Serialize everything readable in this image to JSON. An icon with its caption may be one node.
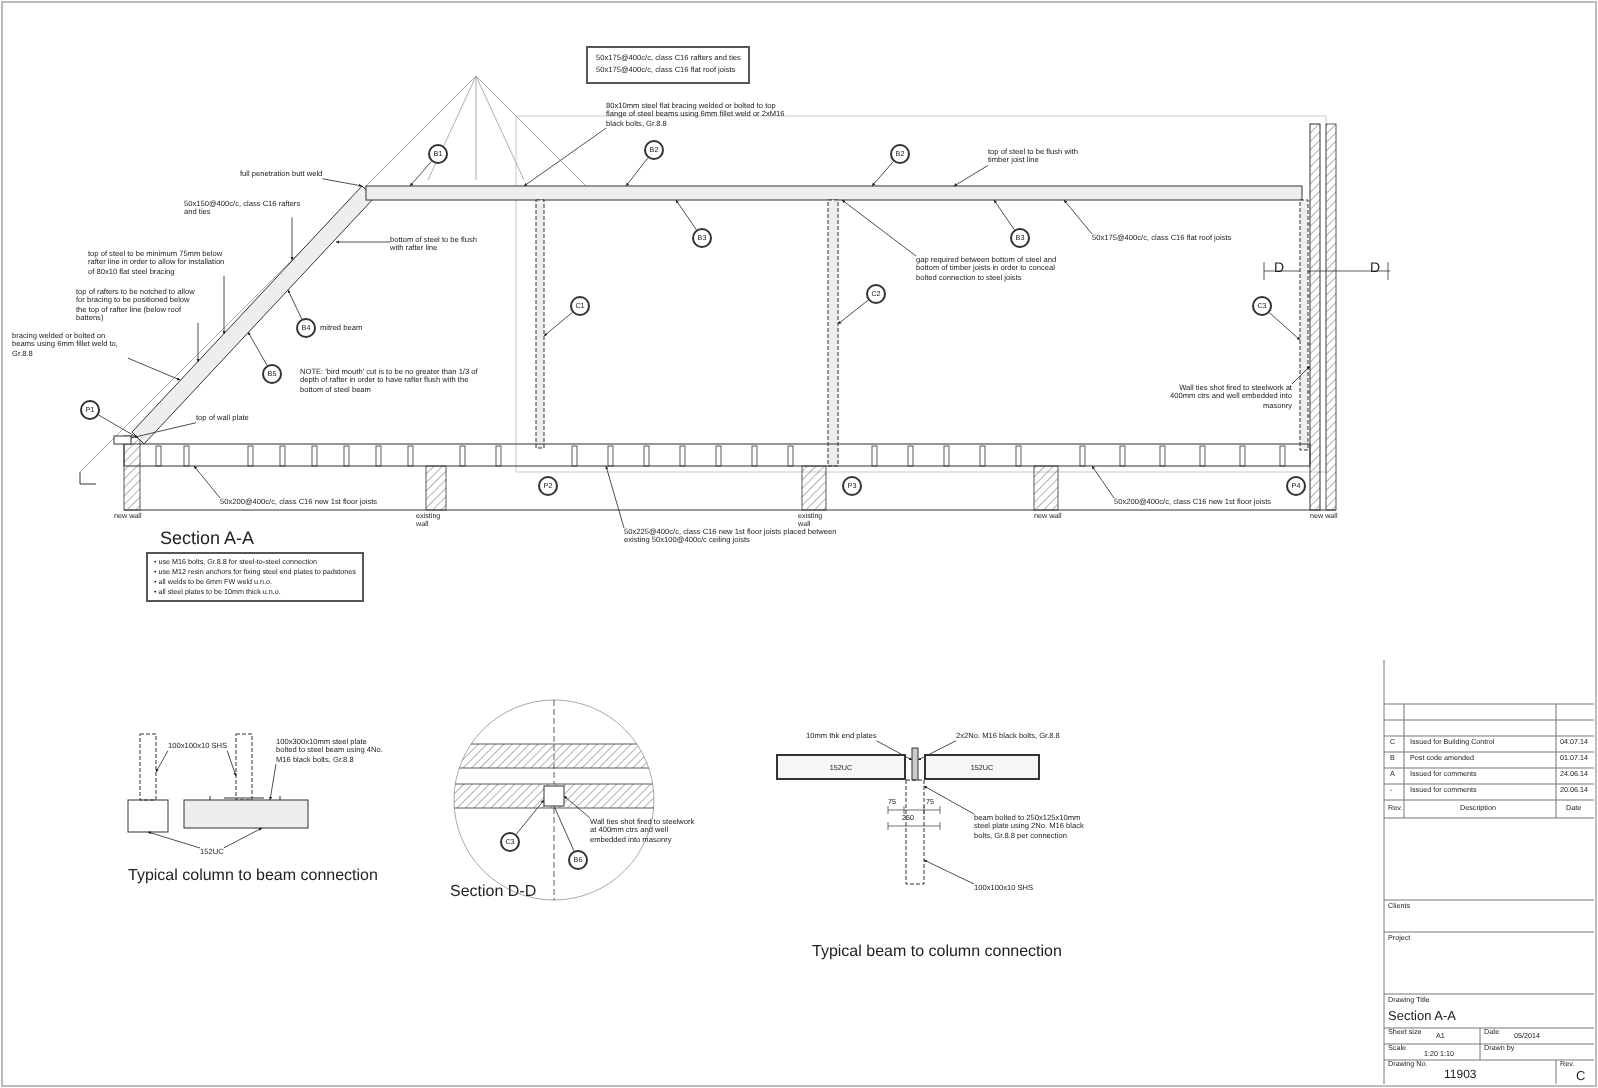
{
  "diagram": {
    "nodes": [
      {
        "text": [
          "50x175@400c/c, class C16 rafters and ties",
          "50x175@400c/c, class C16 flat roof joists"
        ]
      },
      {
        "text": [
          "full penetration butt weld"
        ]
      },
      {
        "text": [
          "80x10mm steel flat bracing welded or bolted to top flange of steel beams using 6mm fillet weld or 2xM16 black bolts, Gr.8.8"
        ]
      },
      {
        "text": [
          "B1"
        ]
      },
      {
        "text": [
          "B2"
        ]
      },
      {
        "text": [
          "B2"
        ]
      },
      {
        "text": [
          "top of steel to be flush with timber joist line"
        ]
      },
      {
        "text": [
          "50x150@400c/c, class C16 rafters and ties"
        ]
      },
      {
        "text": [
          "bottom of steel to be flush with rafter line"
        ]
      },
      {
        "text": [
          "B3"
        ]
      },
      {
        "text": [
          "B3"
        ]
      },
      {
        "text": [
          "50x175@400c/c, class C16 flat roof joists"
        ]
      },
      {
        "text": [
          "top of steel to be minimum 75mm below rafter line in order to allow for installation of 80x10 flat steel bracing"
        ]
      },
      {
        "text": [
          "gap required between bottom of steel and bottom of timber joists in order to conceal bolted connection to steel joists"
        ]
      },
      {
        "text": [
          "C2"
        ]
      },
      {
        "text": [
          "top of rafters to be notched to allow for bracing to be positioned below the top of rafter line (below roof battens)"
        ]
      },
      {
        "text": [
          "C1"
        ]
      },
      {
        "text": [
          "C3"
        ]
      },
      {
        "text": [
          "B4"
        ],
        "beside": [
          "mitred beam"
        ]
      },
      {
        "text": [
          "bracing welded or bolted on beams using 6mm fillet weld to, Gr.8.8"
        ]
      },
      {
        "text": [
          "B5"
        ]
      },
      {
        "text": [
          "NOTE: 'bird mouth' cut is to be no greater than 1/3 of depth of rafter in order to have rafter flush with the bottom of steel beam"
        ]
      },
      {
        "text": [
          "Wall ties shot fired to steelwork at 400mm ctrs and well embedded into masonry"
        ]
      },
      {
        "text": [
          "P1"
        ]
      },
      {
        "text": [
          "top of wall plate"
        ]
      },
      {
        "text": [
          "P2"
        ]
      },
      {
        "text": [
          "P3"
        ]
      },
      {
        "text": [
          "P4"
        ]
      },
      {
        "text": [
          "50x200@400c/c, class C16 new 1st floor joists"
        ]
      },
      {
        "text": [
          "50x200@400c/c, class C16 new 1st floor joists"
        ]
      },
      {
        "text": [
          "50x225@400c/c, class C16 new 1st floor joists placed between existing 50x100@400c/c ceiling joists"
        ]
      },
      {
        "text": [
          "• use M16 bolts, Gr.8.8 for steel-to-steel connection",
          "• use M12 resin anchors for fixing steel end plates to padstones",
          "• all welds to be 6mm FW weld u.n.o.",
          "• all steel plates to be 10mm thick u.n.o."
        ]
      },
      {
        "text": [
          "100x100x10 SHS"
        ]
      },
      {
        "text": [
          "100x300x10mm steel plate bolted to steel beam using 4No. M16 black bolts, Gr.8.8"
        ]
      },
      {
        "text": [
          "152UC"
        ]
      },
      {
        "text": [
          "Wall ties shot fired to steelwork at 400mm ctrs and well embedded into masonry"
        ]
      },
      {
        "text": [
          "C3"
        ]
      },
      {
        "text": [
          "B6"
        ]
      },
      {
        "text": [
          "10mm thk end plates"
        ]
      },
      {
        "text": [
          "2x2No. M16 black bolts, Gr.8.8"
        ]
      },
      {
        "text": [
          "beam bolted to 250x125x10mm steel plate using 2No. M16 black bolts, Gr.8.8 per connection"
        ]
      },
      {
        "text": [
          "100x100x10 SHS"
        ]
      },
      {
        "text": [],
        "shape": "bar"
      },
      {
        "text": [],
        "shape": "bar"
      },
      {
        "text": [],
        "shape": "bar"
      },
      {
        "text": [],
        "shape": "bar"
      },
      {
        "text": [],
        "shape": "bar"
      },
      {
        "text": [],
        "shape": "box"
      },
      {
        "text": [],
        "shape": "bar"
      },
      {
        "text": [],
        "shape": "box"
      },
      {
        "text": [],
        "shape": "bar"
      },
      {
        "text": [],
        "shape": "bar"
      },
      {
        "text": [],
        "shape": "bar"
      },
      {
        "text": [],
        "shape": "box"
      },
      {
        "text": [],
        "shape": "box"
      },
      {
        "text": [],
        "shape": "bar"
      },
      {
        "text": [],
        "shape": "bar"
      },
      {
        "text": [
          "152UC"
        ]
      },
      {
        "text": [
          "152UC"
        ]
      }
    ],
    "edges": [
      {
        "from": 1,
        "to": 42,
        "arrow": "to"
      },
      {
        "from": 2,
        "to": 43,
        "arrow": "to"
      },
      {
        "from": 3,
        "to": 43,
        "arrow": "to"
      },
      {
        "from": 4,
        "to": 43,
        "arrow": "to"
      },
      {
        "from": 5,
        "to": 43,
        "arrow": "to"
      },
      {
        "from": 6,
        "to": 43,
        "arrow": "to"
      },
      {
        "from": 7,
        "to": 42,
        "arrow": "to"
      },
      {
        "from": 8,
        "to": 42,
        "arrow": "to"
      },
      {
        "from": 9,
        "to": 43,
        "arrow": "to"
      },
      {
        "from": 10,
        "to": 43,
        "arrow": "to"
      },
      {
        "from": 11,
        "to": 43,
        "arrow": "to"
      },
      {
        "from": 12,
        "to": 42,
        "arrow": "to"
      },
      {
        "from": 13,
        "to": 43,
        "arrow": "to"
      },
      {
        "from": 14,
        "to": 45,
        "arrow": "to"
      },
      {
        "from": 15,
        "to": 42,
        "arrow": "to"
      },
      {
        "from": 16,
        "to": 44,
        "arrow": "to"
      },
      {
        "from": 17,
        "to": 46,
        "arrow": "to"
      },
      {
        "from": 18,
        "to": 42,
        "arrow": "to"
      },
      {
        "from": 19,
        "to": 42,
        "arrow": "to"
      },
      {
        "from": 20,
        "to": 42,
        "arrow": "to"
      },
      {
        "from": 22,
        "to": 48,
        "arrow": "to"
      },
      {
        "from": 23,
        "to": 42,
        "arrow": "to"
      },
      {
        "from": 24,
        "to": 49,
        "arrow": "none"
      },
      {
        "from": 28,
        "to": 47,
        "arrow": "to"
      },
      {
        "from": 29,
        "to": 47,
        "arrow": "to"
      },
      {
        "from": 30,
        "to": 47,
        "arrow": "to"
      },
      {
        "from": 32,
        "to": 50,
        "arrow": "to"
      },
      {
        "from": 32,
        "to": 51,
        "arrow": "to"
      },
      {
        "from": 33,
        "to": 52,
        "arrow": "to"
      },
      {
        "from": 34,
        "to": 53,
        "arrow": "to"
      },
      {
        "from": 34,
        "to": 52,
        "arrow": "to"
      },
      {
        "from": 35,
        "to": 54,
        "arrow": "to"
      },
      {
        "from": 36,
        "to": 54,
        "arrow": "to"
      },
      {
        "from": 37,
        "to": 54,
        "arrow": "none"
      },
      {
        "from": 38,
        "to": 55,
        "arrow": "to"
      },
      {
        "from": 39,
        "to": 55,
        "arrow": "to"
      },
      {
        "from": 40,
        "to": 56,
        "arrow": "to"
      },
      {
        "from": 41,
        "to": 56,
        "arrow": "to"
      }
    ],
    "labels": [
      "new wall",
      "existing wall",
      "existing wall",
      "new wall",
      "new wall",
      "D",
      "D",
      "Section A-A",
      "Typical column to beam connection",
      "Section D-D",
      "75",
      "75",
      "250",
      "Typical beam to column connection",
      "C",
      "Issued for Building Control",
      "04.07.14",
      "B",
      "Post code amended",
      "01.07.14",
      "A",
      "Issued for comments",
      "24.06.14",
      "-",
      "Issued for comments",
      "20.06.14",
      "Rev.",
      "Description",
      "Date",
      "Clients",
      "Project",
      "Drawing Title",
      "Section A-A",
      "Sheet size",
      "A1",
      "Date",
      "05/2014",
      "Scale",
      "1:20 1:10",
      "Drawn by",
      "Drawing No.",
      "11903",
      "Rev.",
      "C"
    ]
  }
}
